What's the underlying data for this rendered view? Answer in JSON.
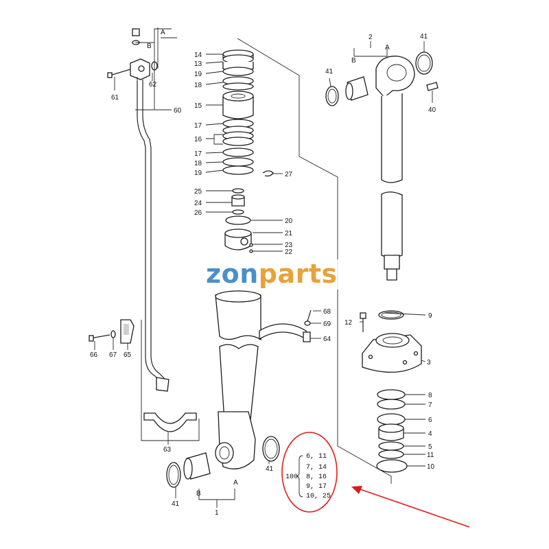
{
  "watermark": {
    "text_a": "zon",
    "text_b": "parts",
    "color_a": "#4a90c8",
    "color_b": "#e8a23a"
  },
  "callout_color": "#e01b1b",
  "part_labels": {
    "p14": "14",
    "p13": "13",
    "p19a": "19",
    "p18a": "18",
    "p15": "15",
    "p17a": "17",
    "p16": "16",
    "p17b": "17",
    "p18b": "18",
    "p19b": "19",
    "p27": "27",
    "p25": "25",
    "p24": "24",
    "p26": "26",
    "p20": "20",
    "p21": "21",
    "p23": "23",
    "p22": "22",
    "p2": "2",
    "p41a": "41",
    "p41b": "41",
    "p40": "40",
    "pA1": "A",
    "pB1": "B",
    "pA0": "A",
    "pB0": "B",
    "p61": "61",
    "p62": "62",
    "p60": "60",
    "p68": "68",
    "p69": "69",
    "p64": "64",
    "p66": "66",
    "p67": "67",
    "p65": "65",
    "p63": "63",
    "p12": "12",
    "p9": "9",
    "p3": "3",
    "p8": "8",
    "p7": "7",
    "p6": "6",
    "p4": "4",
    "p5": "5",
    "p11": "11",
    "p10": "10",
    "p41c": "41",
    "p41d": "41",
    "pA2": "A",
    "pB2": "B",
    "p1": "1"
  },
  "kit": {
    "number": "100",
    "rows": [
      "6, 11",
      "7, 14",
      "8, 16",
      "9, 17",
      "10, 25"
    ]
  }
}
